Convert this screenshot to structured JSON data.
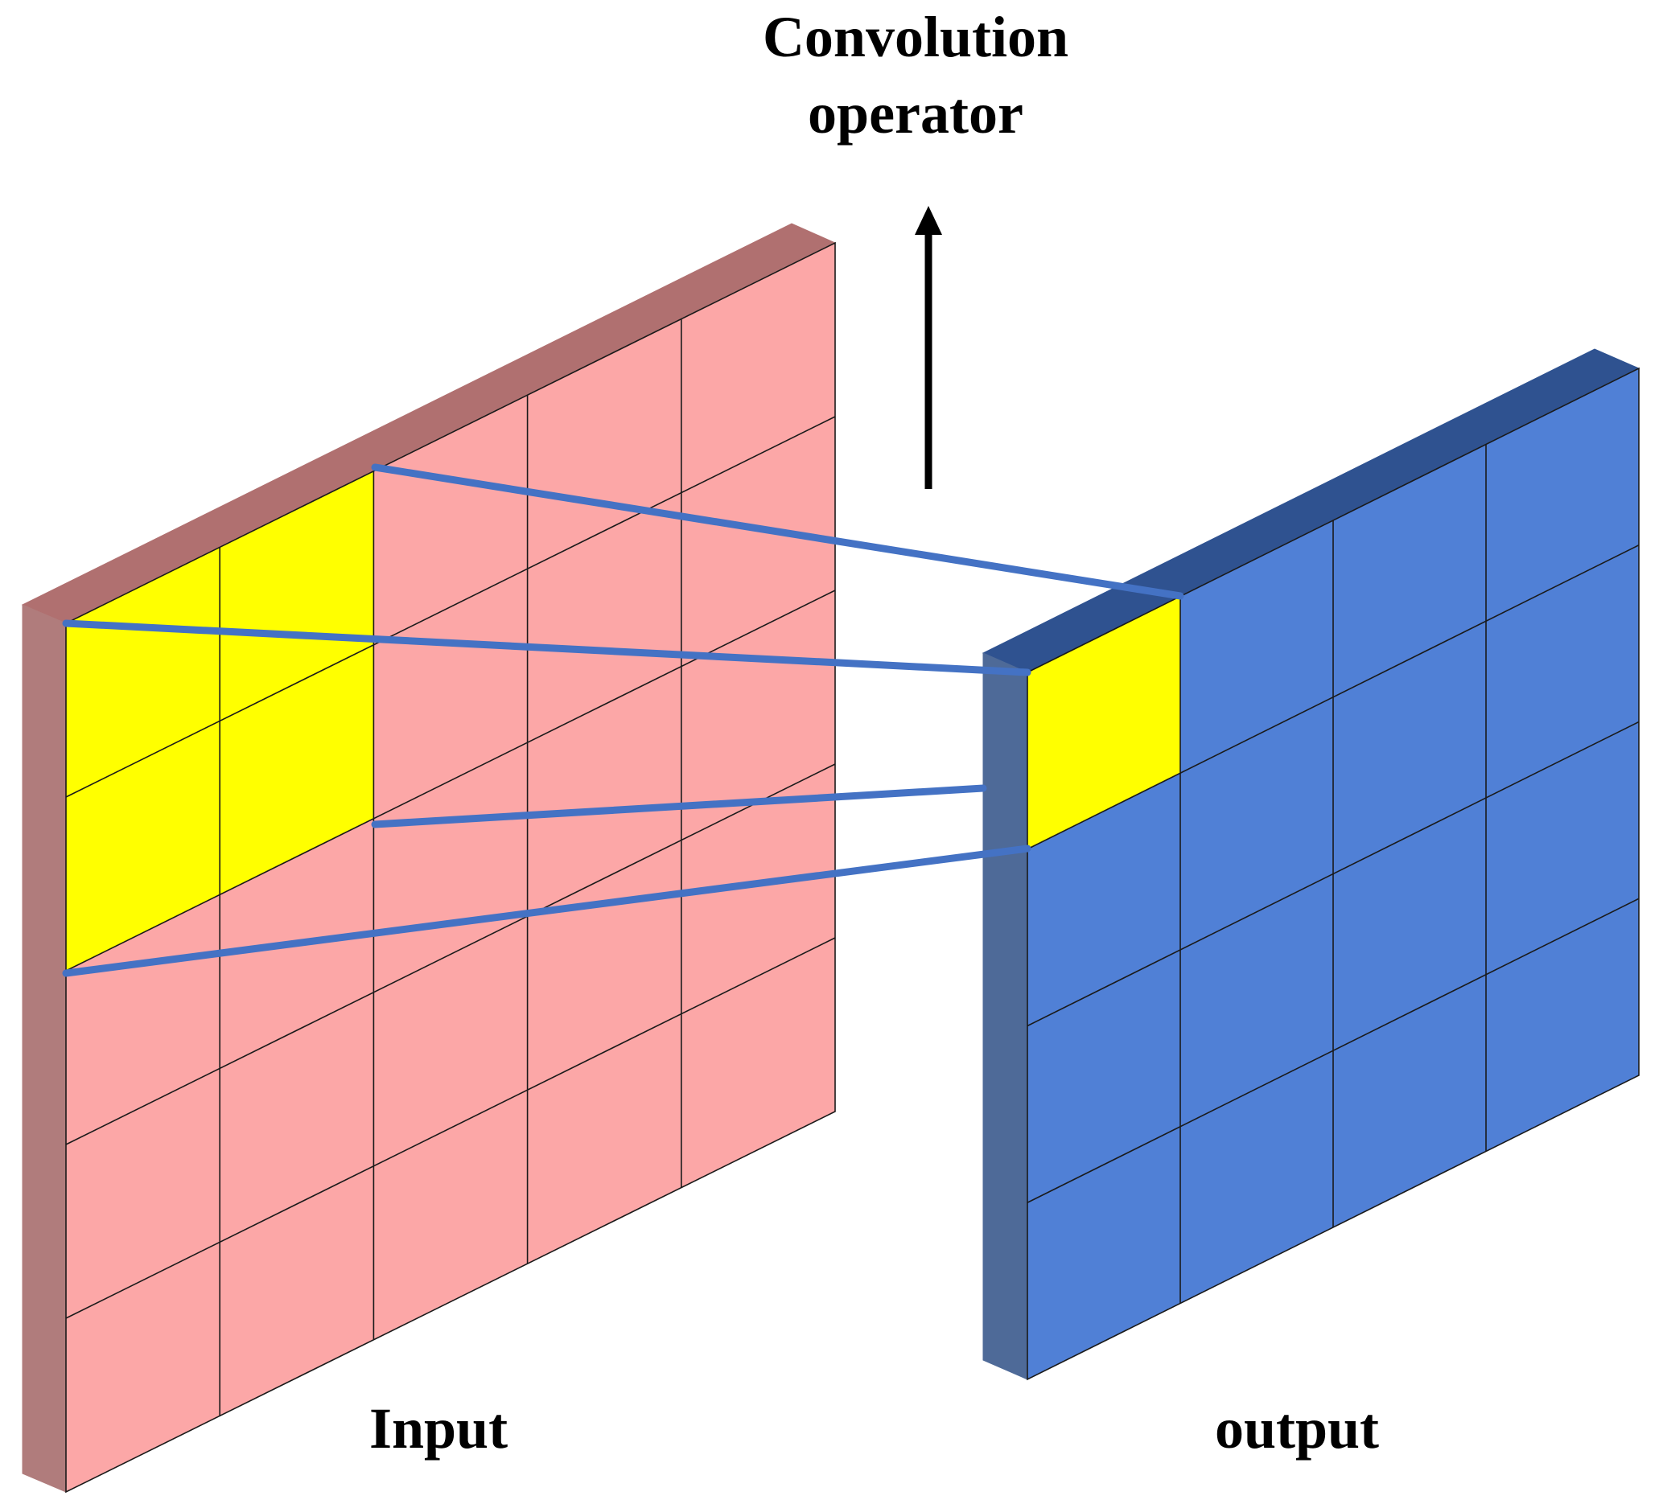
{
  "title": {
    "line1": "Convolution",
    "line2": "operator"
  },
  "input_label": "Input",
  "output_label": "output",
  "colors": {
    "input_face": "#FCA7A7",
    "input_edge": "#B07C7C",
    "input_top": "#B07070",
    "output_face": "#5080D6",
    "output_edge": "#4E6A98",
    "output_top": "#2F5290",
    "highlight": "#FFFF00",
    "connector": "#4472C4",
    "grid_line": "#1a1a1a"
  },
  "input_grid": {
    "rows": 5,
    "cols": 5,
    "highlight_rows": 2,
    "highlight_cols": 2
  },
  "output_grid": {
    "rows": 4,
    "cols": 4,
    "highlight_rows": 1,
    "highlight_cols": 1
  },
  "icons": {
    "arrow": "up-arrow-icon"
  }
}
